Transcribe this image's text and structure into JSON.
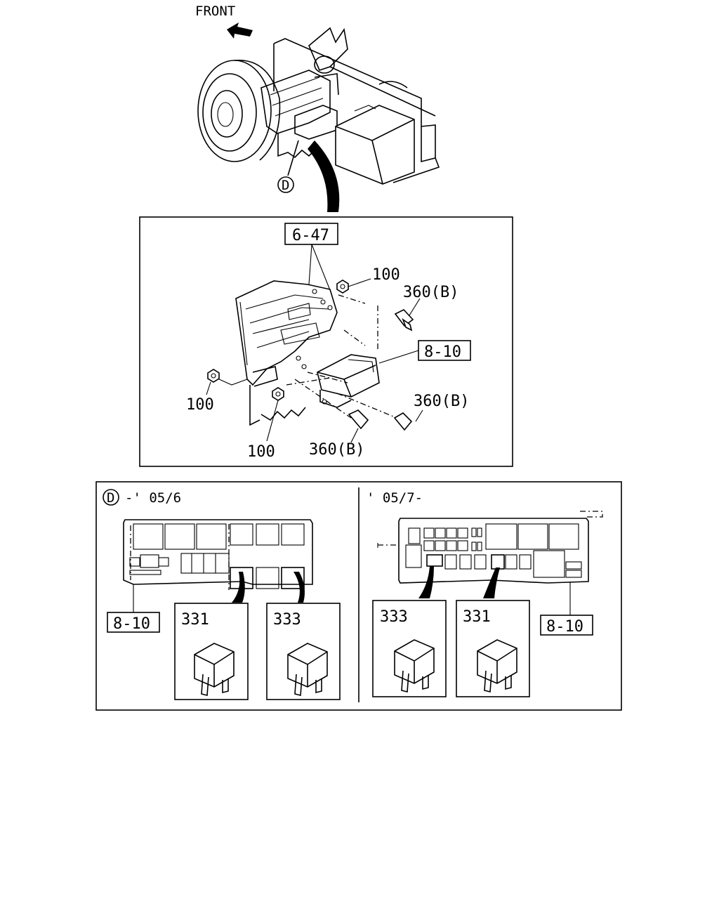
{
  "header": {
    "front_label": "FRONT"
  },
  "callouts": {
    "detail_d": "D",
    "ref_647": "6-47",
    "ref_810": "8-10",
    "nut_100": "100",
    "bolt_360b": "360(B)"
  },
  "detail_panel": {
    "left_title": "-' 05/6",
    "right_title": "' 05/7-",
    "relay_331": "331",
    "relay_333": "333"
  }
}
